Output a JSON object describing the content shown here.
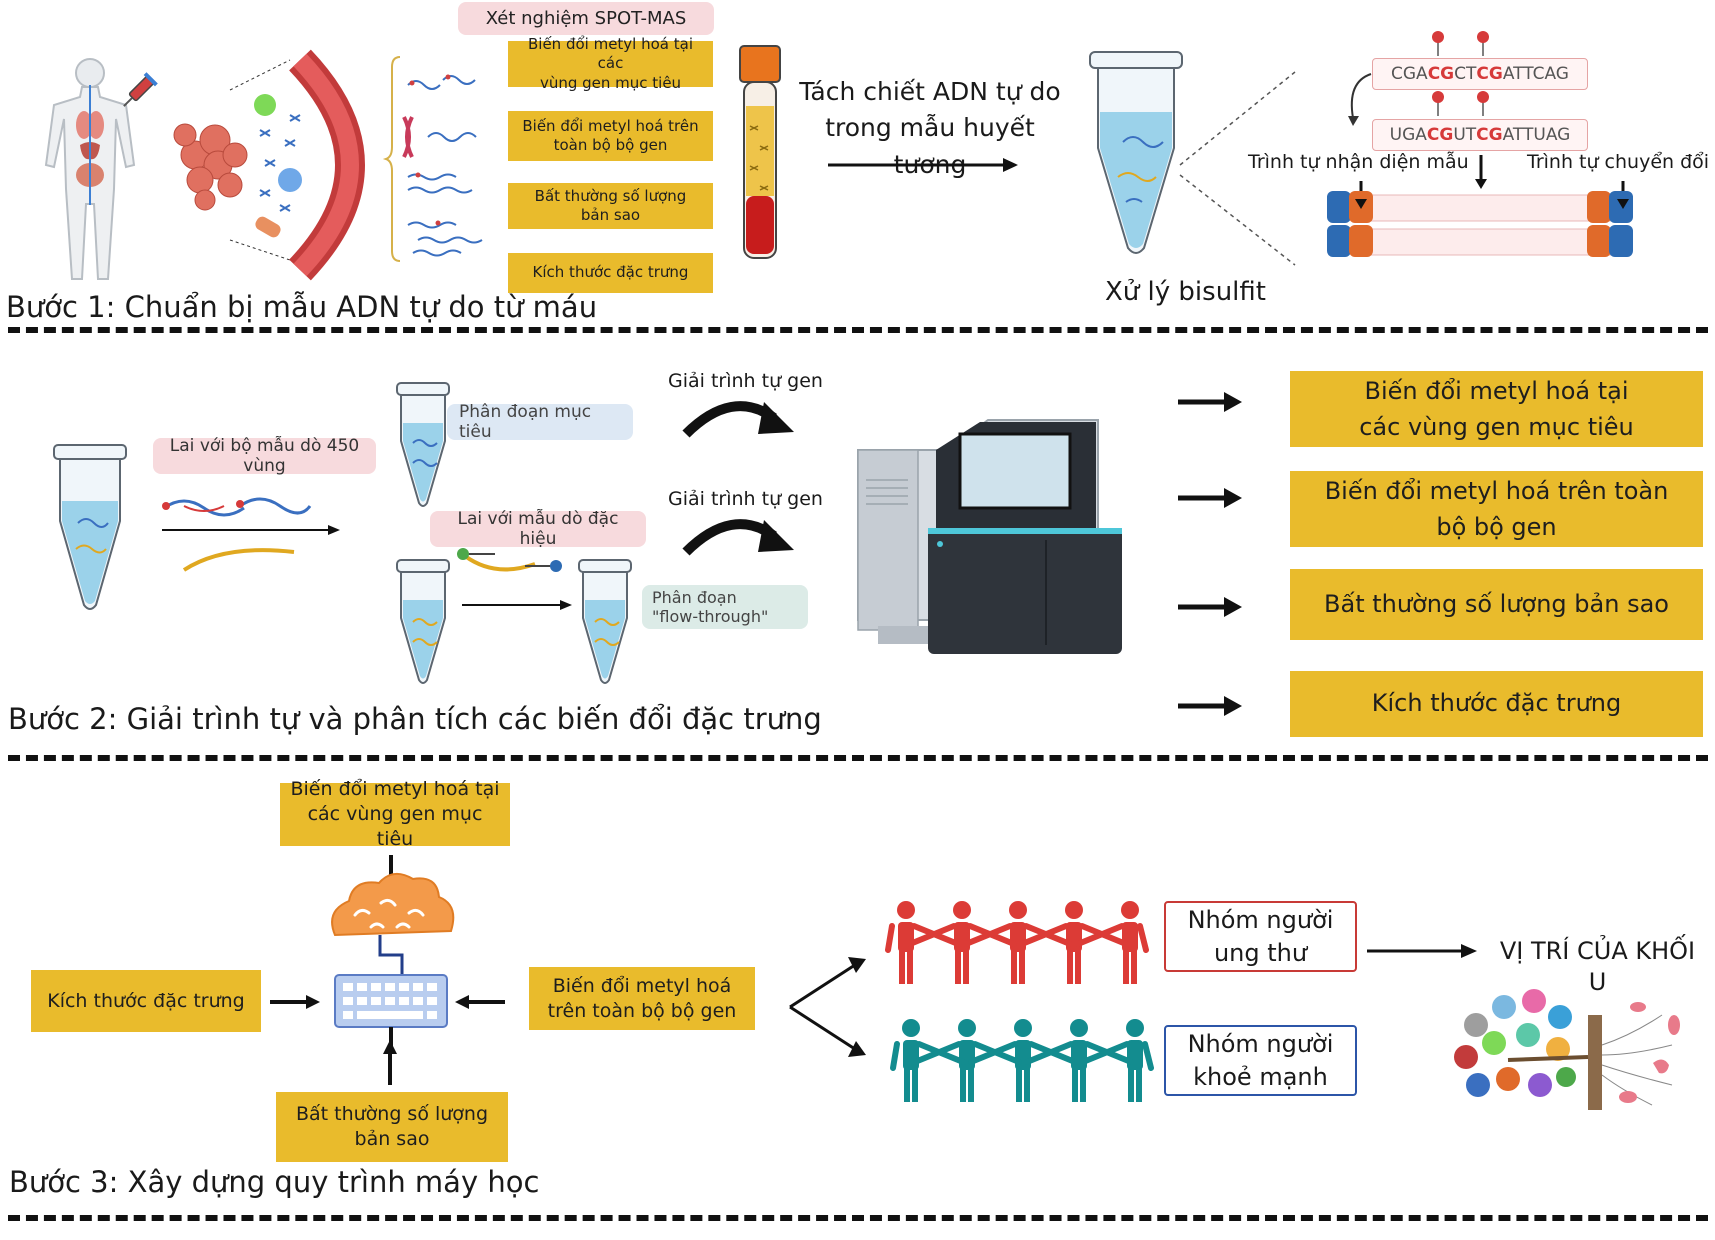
{
  "step1": {
    "title": "Bước 1: Chuẩn bị mẫu ADN tự do từ máu",
    "spotmas_label": "Xét nghiệm SPOT-MAS",
    "features": [
      {
        "l1": "Biến đổi metyl hoá tại các",
        "l2": "vùng gen mục tiêu"
      },
      {
        "l1": "Biến đổi metyl hoá trên",
        "l2": "toàn bộ bộ gen"
      },
      {
        "l1": "Bất thường số lượng",
        "l2": "bản sao"
      },
      {
        "l1": "Kích thước đặc trưng",
        "l2": ""
      }
    ],
    "extract_l1": "Tách chiết ADN tự do",
    "extract_l2": "trong mẫu huyết tương",
    "bisulfite_label": "Xử lý bisulfit",
    "seq_original": {
      "a": "CGA",
      "b": "CG",
      "c": "CT",
      "d": "CG",
      "e": "ATTCAG"
    },
    "seq_converted": {
      "a": "UGA",
      "b": "CG",
      "c": "UT",
      "d": "CG",
      "e": "ATTUAG"
    },
    "template_label": "Trình tự nhận diện mẫu",
    "converted_label": "Trình tự chuyển đổi"
  },
  "step2": {
    "title": "Bước 2: Giải trình tự và phân tích các biến đổi đặc trưng",
    "hybrid_450": "Lai với bộ mẫu dò 450 vùng",
    "target_fragment": "Phân đoạn mục tiêu",
    "hybrid_specific": "Lai với mẫu dò đặc hiệu",
    "flow_l1": "Phân đoạn",
    "flow_l2": "\"flow-through\"",
    "sequencing_1": "Giải trình tự gen",
    "sequencing_2": "Giải trình tự gen",
    "outputs": [
      {
        "l1": "Biến đổi metyl hoá tại",
        "l2": "các vùng gen mục tiêu"
      },
      {
        "l1": "Biến đổi metyl hoá trên toàn",
        "l2": "bộ bộ gen"
      },
      {
        "l1": "Bất thường số lượng bản sao",
        "l2": ""
      },
      {
        "l1": "Kích thước đặc trưng",
        "l2": ""
      }
    ]
  },
  "step3": {
    "title": "Bước 3: Xây dựng quy trình máy học",
    "top_l1": "Biến đổi metyl hoá tại",
    "top_l2": "các vùng gen mục tiêu",
    "left": "Kích thước đặc trưng",
    "right_l1": "Biến đổi metyl hoá",
    "right_l2": "trên toàn bộ bộ gen",
    "bottom_l1": "Bất thường số lượng",
    "bottom_l2": "bản sao",
    "cancer_l1": "Nhóm người",
    "cancer_l2": "ung thư",
    "healthy_l1": "Nhóm người",
    "healthy_l2": "khoẻ mạnh",
    "tumor_l1": "VỊ TRÍ CỦA KHỐI",
    "tumor_l2": "U"
  },
  "colors": {
    "box_yellow": "#e9bb2c",
    "cancer_red": "#dc3b36",
    "healthy_teal": "#138c8f",
    "seq_red": "#d63a3a",
    "tube_blue": "#9bd2ea"
  }
}
